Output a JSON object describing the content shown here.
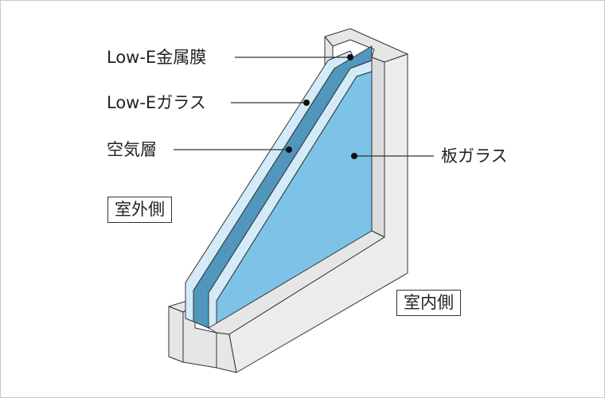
{
  "labels": {
    "lowe_metal_film": "Low-E金属膜",
    "lowe_glass": "Low-Eガラス",
    "air_layer": "空気層",
    "plate_glass": "板ガラス"
  },
  "sides": {
    "outdoor": "室外側",
    "indoor": "室内側"
  },
  "colors": {
    "frame": "#e6e6e6",
    "glass_edge": "#d3ebf8",
    "lowe_film": "#5196bd",
    "plate_glass": "#7cc3e7"
  }
}
